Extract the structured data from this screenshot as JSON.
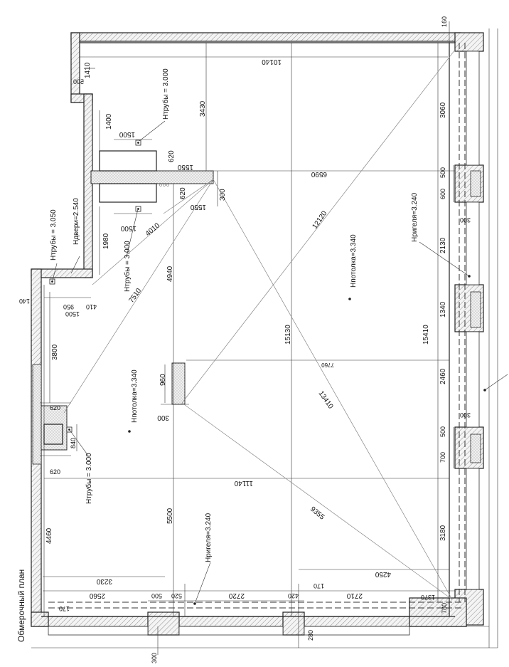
{
  "title": "Обмерочный план",
  "dims": {
    "d160": "160",
    "d10140": "10140",
    "d1410": "1410",
    "d500_top": "500",
    "d1400": "1400",
    "d1500_a": "1500",
    "d3430": "3430",
    "d620_a": "620",
    "d1550_a": "1550",
    "d620_b": "620",
    "d1550_b": "1550",
    "d300_col": "300",
    "d6590": "6590",
    "d1500_b": "1500",
    "d1980": "1980",
    "d4010": "4010",
    "d140": "140",
    "d410": "410",
    "d950": "950",
    "d1500_c": "1500",
    "d7510": "7510",
    "d4940": "4940",
    "d12120": "12120",
    "d3060": "3060",
    "d500_r1": "500",
    "d600_r1": "600",
    "d300_r1": "300",
    "d2130": "2130",
    "d1340": "1340",
    "d15410": "15410",
    "d2460": "2460",
    "d500_r2": "500",
    "d300_r2": "300",
    "d700": "700",
    "d3180": "3180",
    "d15130": "15130",
    "d3800": "3800",
    "d960": "960",
    "d300_c2": "300",
    "d7760": "7760",
    "d13410": "13410",
    "d620_c": "620",
    "d840": "840",
    "d620_d": "620",
    "d11140": "11140",
    "d4460": "4460",
    "d5500": "5500",
    "d9355": "9355",
    "d3230": "3230",
    "d4250": "4250",
    "d170_a": "170",
    "d2560": "2560",
    "d500_b": "500",
    "d520": "520",
    "d2720": "2720",
    "d420": "420",
    "d170_b": "170",
    "d2710": "2710",
    "d1370": "1370",
    "d780": "780",
    "d280": "280",
    "d300_bot": "300"
  },
  "annotations": {
    "ht_pipe_1": "Нтрубы = 3.000",
    "ht_pipe_2": "Нтрубы = 3.050",
    "h_door": "Ндвери=2.540",
    "ht_pipe_3": "Нтрубы = 3.000",
    "ceiling_1": "Нпотолка=3.340",
    "ceiling_2": "Нпотолка=3.340",
    "ht_pipe_4": "Нтрубы = 3.000",
    "beam_1": "Нригеля=3.240",
    "beam_2": "Нригеля=3.240"
  }
}
